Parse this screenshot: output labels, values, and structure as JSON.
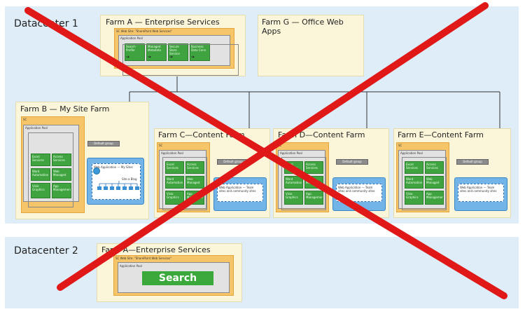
{
  "datacenters": [
    {
      "title": "Datacenter 1"
    },
    {
      "title": "Datacenter 2"
    }
  ],
  "farms": {
    "a": {
      "title": "Farm A — Enterprise Services",
      "web_app": "SC Web Site: \"SharePoint Web Services\"",
      "pool": "Application Pool",
      "services": [
        "Search Profile",
        "Managed Metadata",
        "Secure Store Service",
        "Business Data Conn"
      ]
    },
    "g": {
      "title": "Farm G — Office Web Apps"
    },
    "b": {
      "title": "Farm B — My Site Farm",
      "ws": "SC",
      "pool": "Application Pool",
      "default_group": "Default group",
      "services": [
        "Excel Services",
        "Access Services",
        "Word Automation",
        "Web Managed",
        "Visio Graphics",
        "App Management"
      ],
      "web_app": "Web Application — My Sites",
      "site_label": "Site a Blog"
    },
    "c": {
      "title": "Farm C—Content Farm",
      "ws": "SC",
      "pool": "Application Pool",
      "default_group": "Default group",
      "services": [
        "Excel Services",
        "Access Services",
        "Word Automation",
        "Web Managed",
        "Visio Graphics",
        "App Management"
      ],
      "web_app": "Web Application — Team sites and community sites"
    },
    "d": {
      "title": "Farm D—Content Farm",
      "ws": "SC",
      "pool": "Application Pool",
      "default_group": "Default group",
      "services": [
        "Excel Services",
        "Access Services",
        "Word Automation",
        "Web Managed",
        "Visio Graphics",
        "App Management"
      ],
      "web_app": "Web Application — Team sites and community sites"
    },
    "e": {
      "title": "Farm E—Content Farm",
      "ws": "SC",
      "pool": "Application Pool",
      "default_group": "Default group",
      "services": [
        "Excel Services",
        "Access Services",
        "Word Automation",
        "Web Managed",
        "Visio Graphics",
        "App Management"
      ],
      "web_app": "Web Application — Team sites and community sites"
    },
    "a2": {
      "title": "Farm A—Enterprise Services",
      "web_app": "SC Web Site: \"SharePoint Web Services\"",
      "pool": "Application Pool",
      "search": "Search"
    }
  },
  "colors": {
    "datacenter_bg": "#deedf7",
    "farm_bg": "#fbf6da",
    "web_app": "#f6c56a",
    "service": "#3fa33f",
    "blue_box": "#72b3e8",
    "cross": "#e01818"
  },
  "icons": [
    "arrow-icon",
    "globe-icon",
    "site-collection-icon",
    "cross-out-mark"
  ]
}
